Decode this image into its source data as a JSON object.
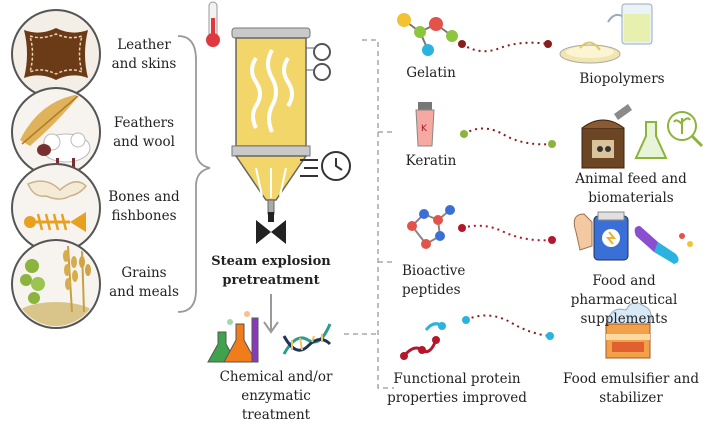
{
  "sources": [
    {
      "label": "Leather\nand skins"
    },
    {
      "label": "Feathers\nand wool"
    },
    {
      "label": "Bones and\nfishbones"
    },
    {
      "label": "Grains\nand meals"
    }
  ],
  "process": {
    "title": "Steam explosion\npretreatment",
    "secondary": "Chemical and/or\nenzymatic treatment"
  },
  "products": [
    {
      "name": "Gelatin",
      "application": "Biopolymers"
    },
    {
      "name": "Keratin",
      "application": "Animal feed and\nbiomaterials"
    },
    {
      "name": "Bioactive\npeptides",
      "application": "Food and pharmaceutical\nsupplements"
    },
    {
      "name": "Functional protein\nproperties improved",
      "application": "Food emulsifier and\nstabilizer"
    }
  ],
  "colors": {
    "dot_maroon": "#8b1c1c",
    "dot_green": "#8db43a",
    "dot_red": "#b5172a",
    "dot_cyan": "#2bb3e0",
    "reactor_yellow": "#f3d66a",
    "dashed_gray": "#a8a8a8"
  },
  "icons": [
    "leather-icon",
    "feather-wool-icon",
    "fishbone-icon",
    "grain-icon",
    "thermometer-icon",
    "reactor-icon",
    "clock-icon",
    "valve-icon",
    "flasks-icon",
    "dna-icon",
    "molecule-icon",
    "tube-icon",
    "peptide-icon",
    "protein-chain-icon",
    "petri-flask-icon",
    "feed-bag-icon",
    "supplement-icon",
    "cake-icon"
  ]
}
